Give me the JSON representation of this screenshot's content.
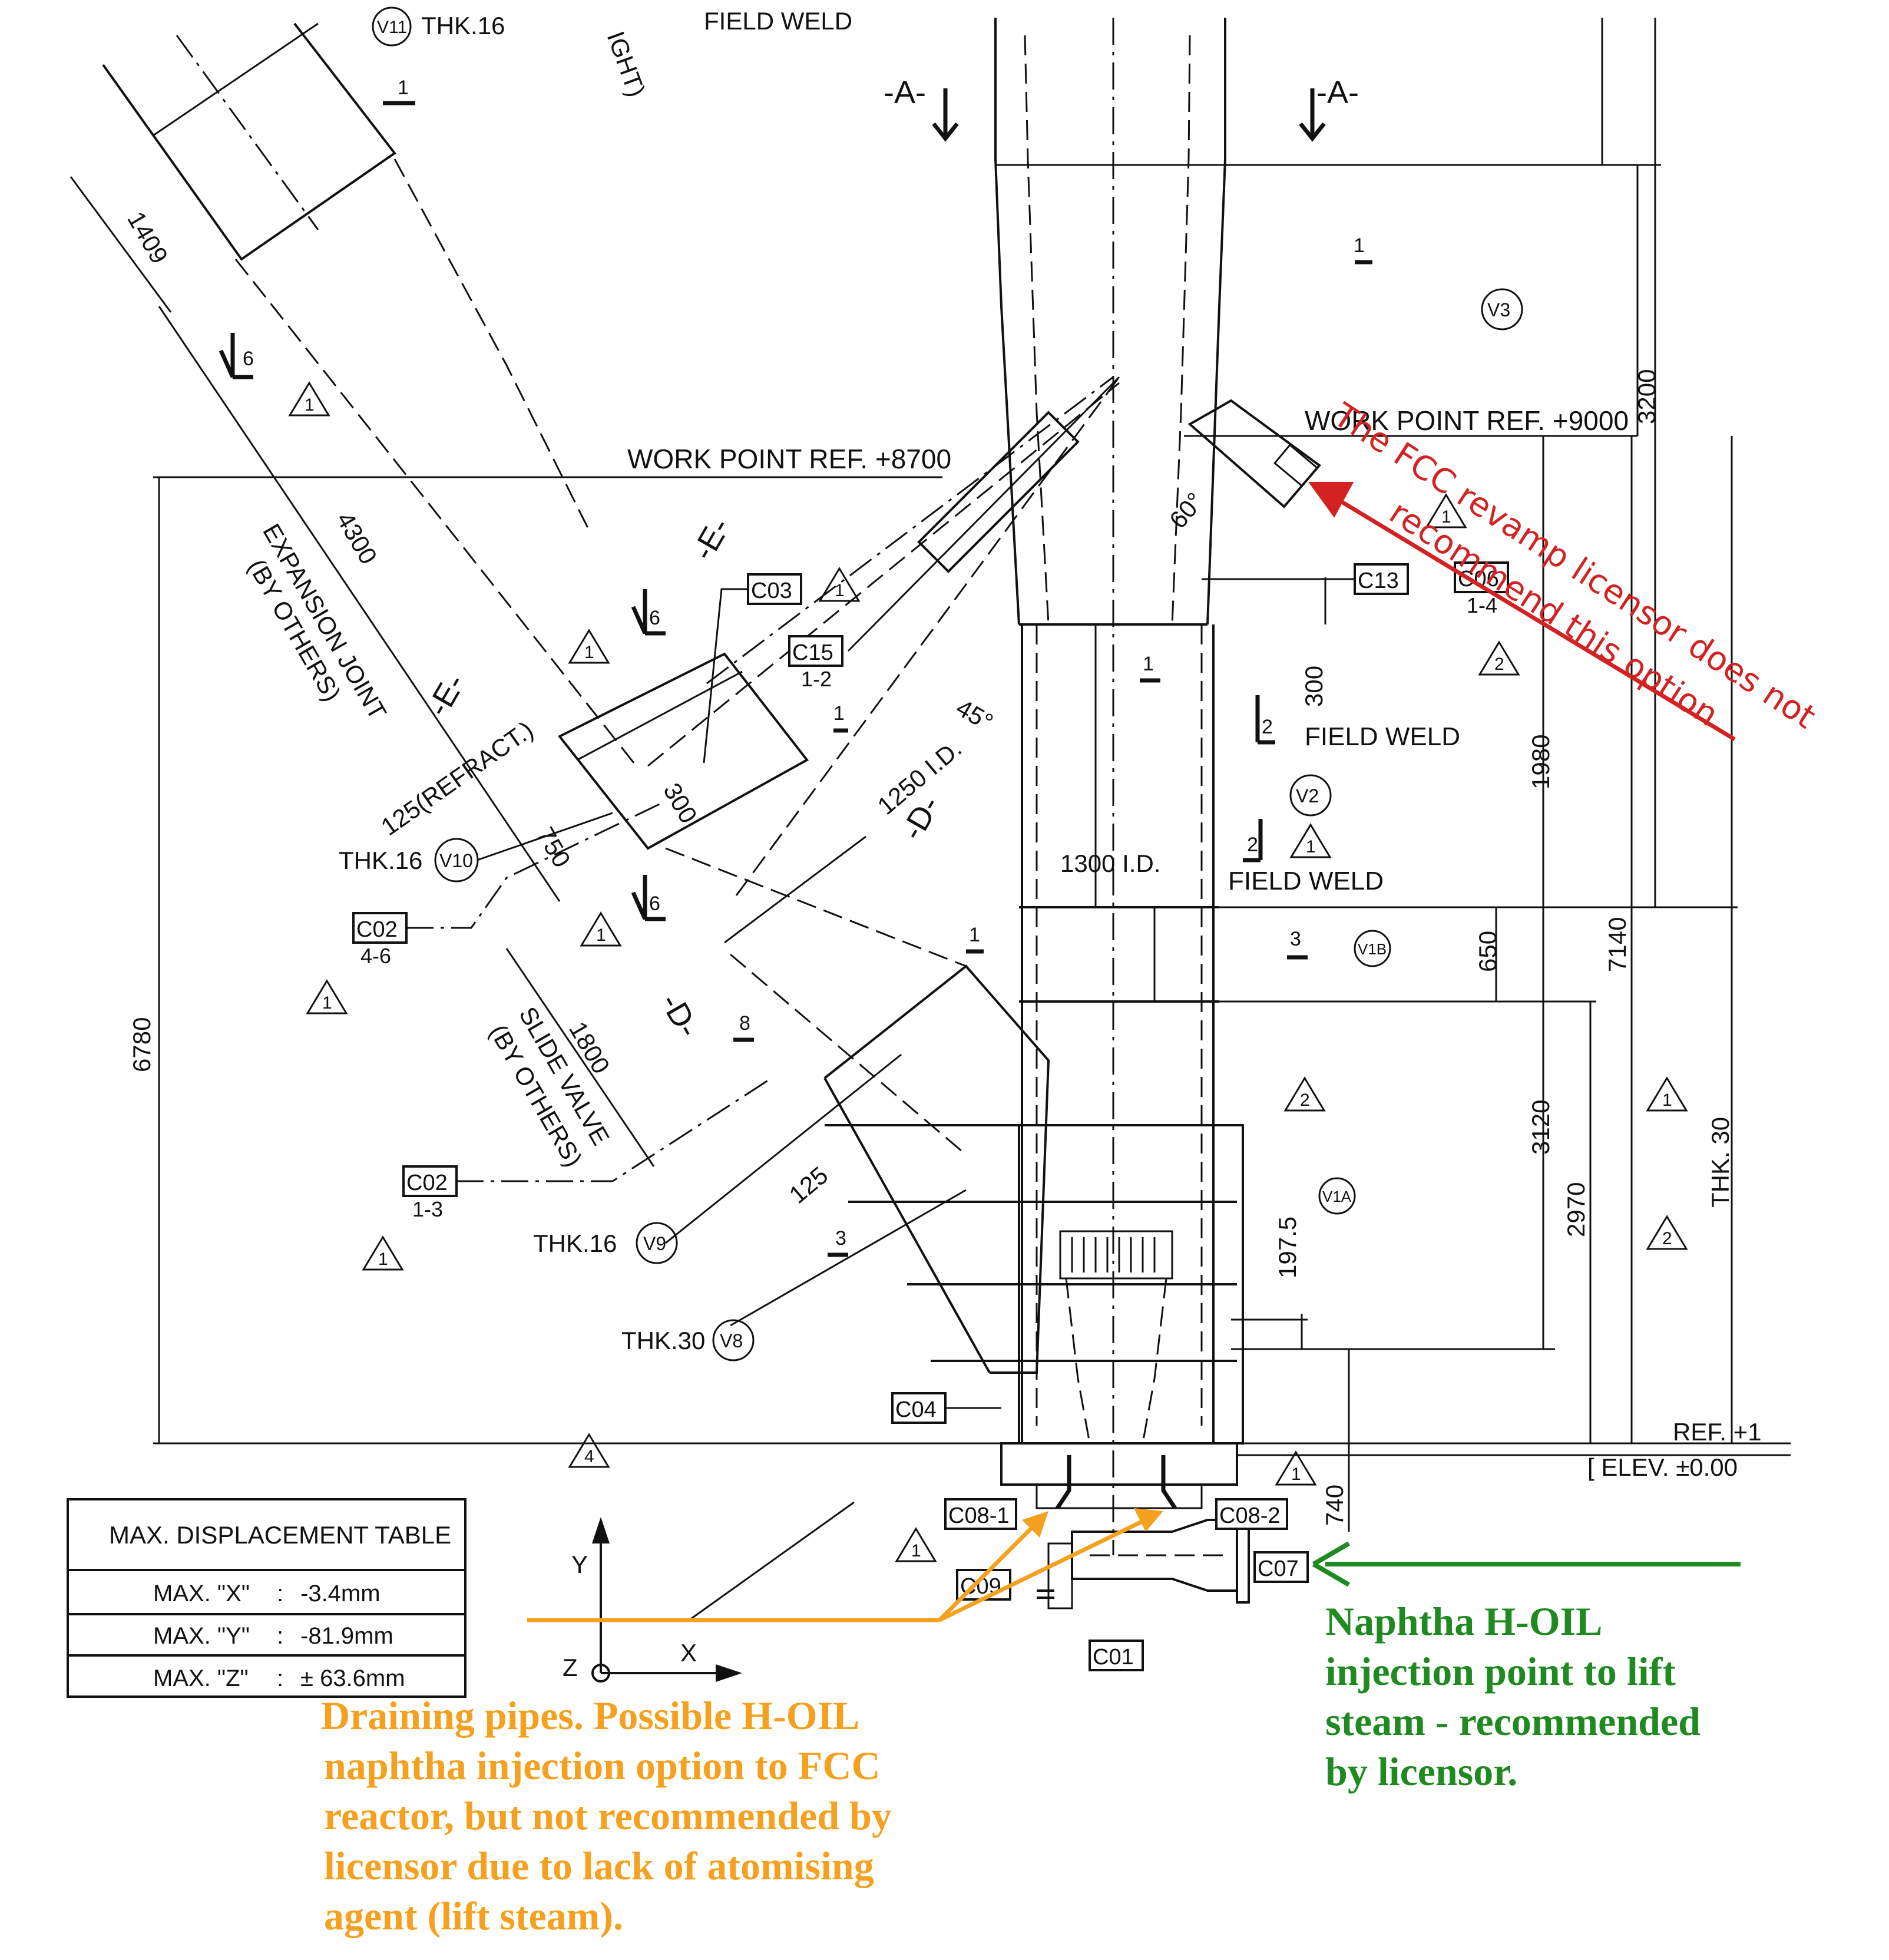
{
  "header": {
    "field_weld_top": "FIELD WELD",
    "tag_v11": "V11",
    "thk16_top": "THK.16",
    "weight_fragment": "IGHT)"
  },
  "sections": {
    "a_left": "-A-",
    "a_right": "-A-",
    "e_top": "-E-",
    "e_mid": "-E-",
    "d_right": "-D-",
    "d_left": "-D-"
  },
  "work_points": {
    "wp_8700": "WORK POINT REF. +8700",
    "wp_9000": "WORK POINT REF. +9000"
  },
  "dimensions": {
    "d1409": "1409",
    "d4300": "4300",
    "d6780": "6780",
    "d3200": "3200",
    "d300": "300",
    "d1980": "1980",
    "d650": "650",
    "d7140": "7140",
    "d3120": "3120",
    "d2970": "2970",
    "d197_5": "197.5",
    "d740": "740",
    "d125refract": "125(REFRACT.)",
    "d300b": "300",
    "d750": "750",
    "d1250id": "1250 I.D.",
    "d1800": "1800",
    "d125": "125",
    "d1300id": "1300 I.D.",
    "angle60": "60°",
    "angle45": "45°"
  },
  "labels": {
    "expansion_joint_1": "EXPANSION JOINT",
    "expansion_joint_2": "(BY OTHERS)",
    "slide_valve_1": "SLIDE VALVE",
    "slide_valve_2": "(BY OTHERS)",
    "field_weld_1": "FIELD WELD",
    "field_weld_2": "FIELD WELD",
    "thk16_v10": "THK.16",
    "thk16_v9": "THK.16",
    "thk30_v8": "THK.30",
    "thk30_right": "THK. 30",
    "ref_elev_1": "REF. +1",
    "ref_elev_2": "[ ELEV. ±0.00"
  },
  "tags": {
    "v1a": "V1A",
    "v1b": "V1B",
    "v2": "V2",
    "v3": "V3",
    "v8": "V8",
    "v9": "V9",
    "v10": "V10",
    "c01": "C01",
    "c02a": "C02",
    "c02a_sub": "4-6",
    "c02b": "C02",
    "c02b_sub": "1-3",
    "c03": "C03",
    "c04": "C04",
    "c06": "C06",
    "c06_sub": "1-4",
    "c07": "C07",
    "c08_1": "C08-1",
    "c08_2": "C08-2",
    "c09": "C09",
    "c13": "C13",
    "c15": "C15",
    "c15_sub": "1-2"
  },
  "weld_flags": [
    "6",
    "6",
    "6",
    "1",
    "1",
    "1",
    "1",
    "1",
    "2",
    "2",
    "3",
    "3",
    "8"
  ],
  "revision_triangles": [
    "1",
    "1",
    "1",
    "1",
    "1",
    "1",
    "1",
    "1",
    "1",
    "1",
    "1",
    "2",
    "2",
    "2",
    "4"
  ],
  "displacement_table": {
    "title": "MAX. DISPLACEMENT TABLE",
    "rows": [
      {
        "axis": "MAX.  \"X\"",
        "sep": ":",
        "value": "-3.4mm"
      },
      {
        "axis": "MAX.  \"Y\"",
        "sep": ":",
        "value": "-81.9mm"
      },
      {
        "axis": "MAX.  \"Z\"",
        "sep": ":",
        "value": "± 63.6mm"
      }
    ]
  },
  "axes": {
    "y": "Y",
    "x": "X",
    "z": "Z"
  },
  "annotations": {
    "red_note": [
      "The FCC revamp licensor does not",
      "recommend this option"
    ],
    "green_note": [
      "Naphtha H-OIL",
      "injection point to lift",
      "steam - recommended",
      "by licensor."
    ],
    "orange_note": [
      " Draining pipes. Possible H-OIL",
      "naphtha injection option to FCC",
      "reactor, but not recommended by",
      "licensor due to lack of atomising",
      "agent (lift steam)."
    ]
  },
  "colors": {
    "red": "#d32222",
    "green": "#1f8a1f",
    "orange": "#f5a01e",
    "ink": "#111111"
  }
}
